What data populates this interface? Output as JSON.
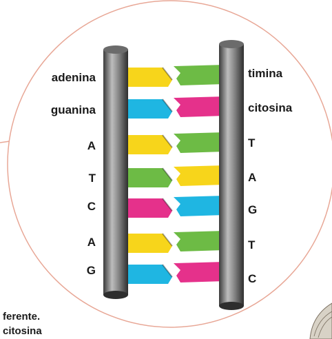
{
  "colors": {
    "yellow": "#f7d51b",
    "green": "#6dbb45",
    "cyan": "#1fb6e2",
    "magenta": "#e5318b",
    "circle_outline": "#e8a796"
  },
  "pairs": [
    {
      "left_label": "adenina",
      "right_label": "timina",
      "left_color": "yellow",
      "right_color": "green"
    },
    {
      "left_label": "guanina",
      "right_label": "citosina",
      "left_color": "cyan",
      "right_color": "magenta"
    },
    {
      "left_label": "A",
      "right_label": "T",
      "left_color": "yellow",
      "right_color": "green"
    },
    {
      "left_label": "T",
      "right_label": "A",
      "left_color": "green",
      "right_color": "yellow"
    },
    {
      "left_label": "C",
      "right_label": "G",
      "left_color": "magenta",
      "right_color": "cyan"
    },
    {
      "left_label": "A",
      "right_label": "T",
      "left_color": "yellow",
      "right_color": "green"
    },
    {
      "left_label": "G",
      "right_label": "C",
      "left_color": "cyan",
      "right_color": "magenta"
    }
  ],
  "caption": {
    "line1": "ferente.",
    "line2": "citosina"
  }
}
